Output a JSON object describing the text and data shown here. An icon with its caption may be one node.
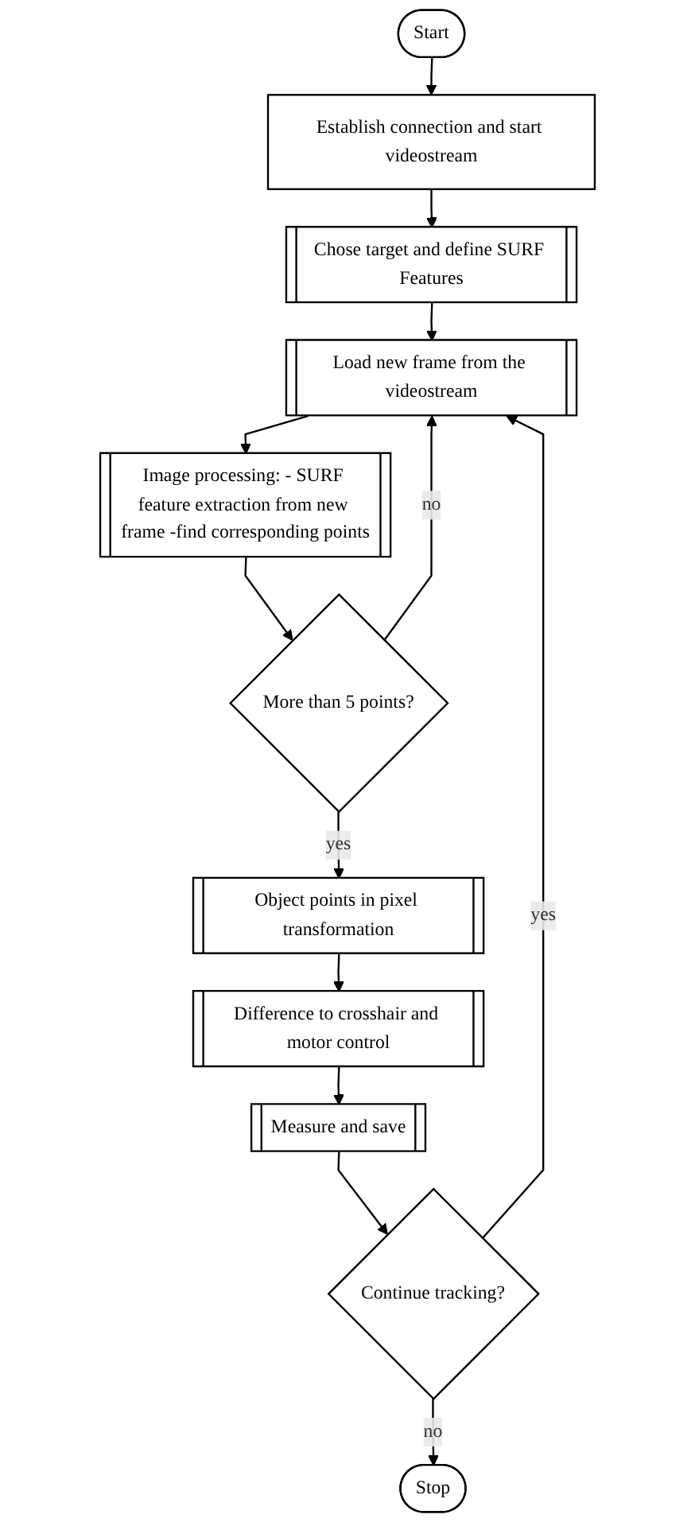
{
  "diagram": {
    "nodes": [
      {
        "text": [
          "Start"
        ]
      },
      {
        "text": [
          "Establish connection and start videostream"
        ]
      },
      {
        "text": [
          "Chose target and define SURF Features"
        ]
      },
      {
        "text": [
          "Load new frame from the videostream"
        ]
      },
      {
        "text": [
          "Image processing: - SURF feature extraction from new frame -find corresponding points"
        ]
      },
      {
        "text": [
          "More than 5 points?"
        ]
      },
      {
        "text": [
          "Object points in pixel transformation"
        ]
      },
      {
        "text": [
          "Difference to crosshair and motor control"
        ]
      },
      {
        "text": [
          "Measure and save"
        ]
      },
      {
        "text": [
          "Continue tracking?"
        ]
      },
      {
        "text": [
          "Stop"
        ]
      }
    ],
    "edges": [
      {
        "from": 0,
        "to": 1,
        "arrow": "to"
      },
      {
        "from": 1,
        "to": 2,
        "arrow": "to"
      },
      {
        "from": 2,
        "to": 3,
        "arrow": "to"
      },
      {
        "from": 3,
        "to": 4,
        "arrow": "to"
      },
      {
        "from": 4,
        "to": 5,
        "arrow": "to"
      },
      {
        "from": 5,
        "to": 3,
        "arrow": "to",
        "label": "no"
      },
      {
        "from": 5,
        "to": 6,
        "arrow": "to",
        "label": "yes"
      },
      {
        "from": 6,
        "to": 7,
        "arrow": "to"
      },
      {
        "from": 7,
        "to": 8,
        "arrow": "to"
      },
      {
        "from": 8,
        "to": 9,
        "arrow": "to"
      },
      {
        "from": 9,
        "to": 3,
        "arrow": "to",
        "label": "yes"
      },
      {
        "from": 9,
        "to": 10,
        "arrow": "to",
        "label": "no"
      }
    ]
  }
}
